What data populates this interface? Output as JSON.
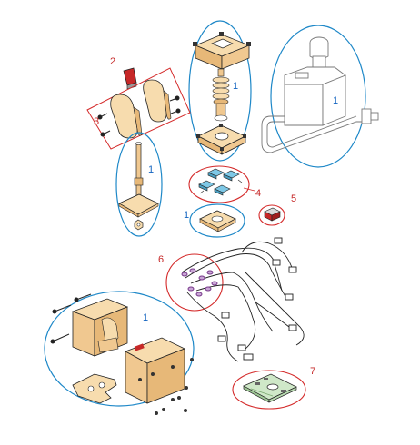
{
  "callouts": {
    "c1_top": "1",
    "c1_right": "1",
    "c1_shaft": "1",
    "c1_plate": "1",
    "c1_box": "1",
    "c2": "2",
    "c3": "3",
    "c4": "4",
    "c5": "5",
    "c6": "6",
    "c7": "7"
  },
  "colors": {
    "part_fill": "#f7dcae",
    "part_fill_dark": "#e7b878",
    "outline": "#222222",
    "blue_group": "#1e88c8",
    "red_group": "#d42a2a",
    "button_blue": "#7ec8e6",
    "pcb_green": "#cfe8c8"
  },
  "icons": {
    "joystick_base": "joystick-base-icon",
    "spring_shaft": "spring-shaft-icon",
    "joystick_module": "joystick-module-icon",
    "microswitch": "microswitch-icon",
    "harness": "wiring-harness-icon",
    "enclosure": "enclosure-icon",
    "pcb": "pcb-icon"
  }
}
